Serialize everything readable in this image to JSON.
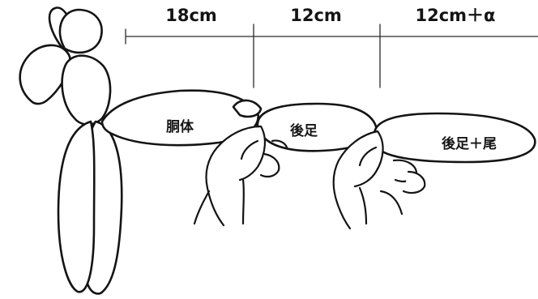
{
  "measurements": {
    "body_length": "18cm",
    "hind_leg_length": "12cm",
    "hind_leg_tail_length": "12cm＋α"
  },
  "segments": {
    "body": "胴体",
    "hind_leg": "後足",
    "hind_leg_tail": "後足＋尾"
  },
  "colors": {
    "ink": "#141414",
    "background": "#ffffff"
  }
}
